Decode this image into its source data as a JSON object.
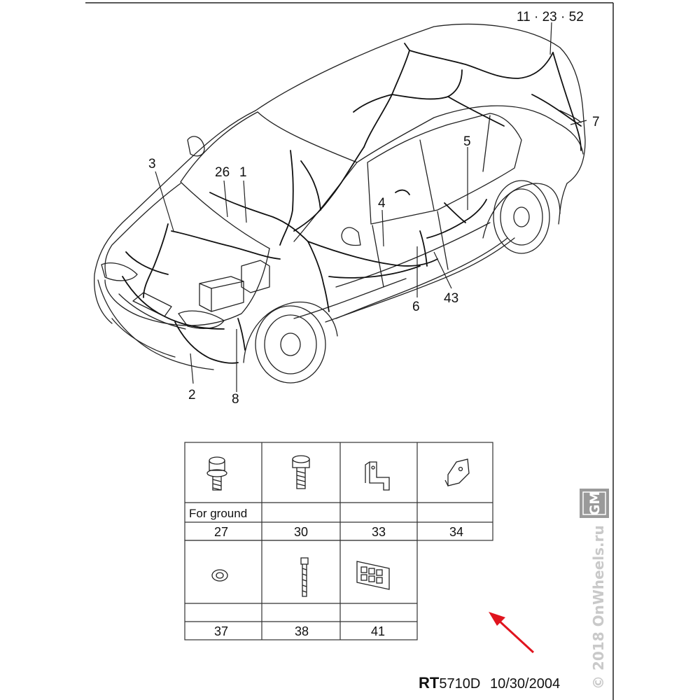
{
  "callouts": {
    "c_11_23_52": "11 · 23 · 52",
    "c_7": "7",
    "c_5": "5",
    "c_3": "3",
    "c_26": "26",
    "c_1": "1",
    "c_4": "4",
    "c_6": "6",
    "c_43": "43",
    "c_2": "2",
    "c_8": "8"
  },
  "parts_table": {
    "row1": [
      {
        "icon": "ground-bolt-icon",
        "label": "For ground",
        "number": "27"
      },
      {
        "icon": "bolt-icon",
        "label": "",
        "number": "30"
      },
      {
        "icon": "bracket-icon",
        "label": "",
        "number": "33"
      },
      {
        "icon": "plate-bracket-icon",
        "label": "",
        "number": "34"
      }
    ],
    "row2": [
      {
        "icon": "nut-icon",
        "label": "",
        "number": "37"
      },
      {
        "icon": "cable-tie-icon",
        "label": "",
        "number": "38"
      },
      {
        "icon": "connector-block-icon",
        "label": "",
        "number": "41"
      }
    ]
  },
  "footer": {
    "code_prefix": "RT",
    "code_rest": "5710D",
    "date": "10/30/2004"
  },
  "watermark": {
    "text": "© 2018 OnWheels.ru",
    "logo_text": "GM"
  },
  "colors": {
    "line": "#222222",
    "arrow": "#e0141e",
    "logo_bg": "#9a9a9a",
    "watermark": "#c9c9c9"
  }
}
